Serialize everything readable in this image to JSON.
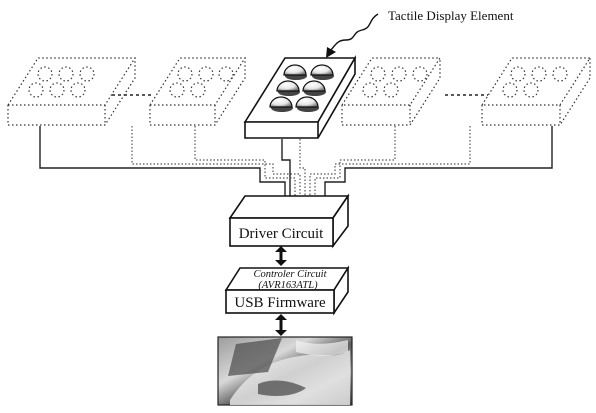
{
  "diagram": {
    "callout_label": "Tactile Display Element",
    "driver_label": "Driver Circuit",
    "controller_line1": "Controler Circuit",
    "controller_line2": "(AVR163ATL)",
    "usb_label": "USB Firmware",
    "active_element_dots": 6
  }
}
